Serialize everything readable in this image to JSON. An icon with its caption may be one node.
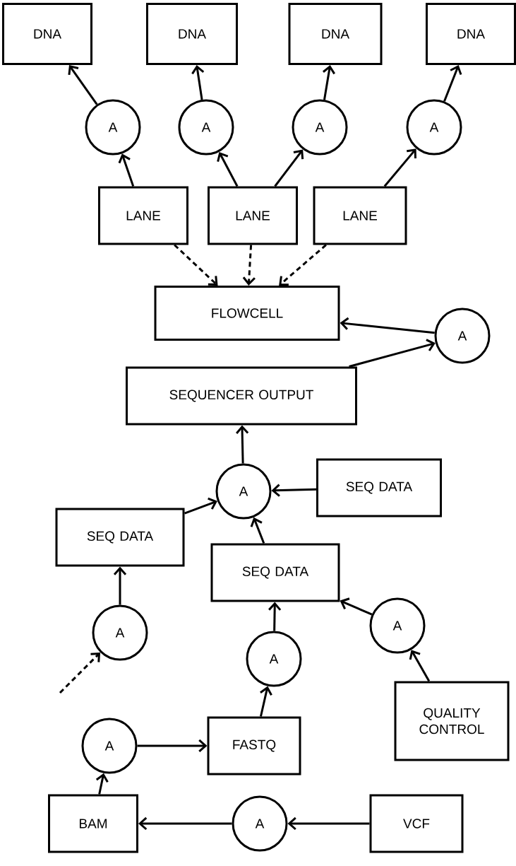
{
  "diagram": {
    "nodes": [
      {
        "text": [
          "DNA"
        ]
      },
      {
        "text": [
          "DNA"
        ]
      },
      {
        "text": [
          "DNA"
        ]
      },
      {
        "text": [
          "DNA"
        ]
      },
      {
        "text": [
          "A"
        ]
      },
      {
        "text": [
          "A"
        ]
      },
      {
        "text": [
          "A"
        ]
      },
      {
        "text": [
          "A"
        ]
      },
      {
        "text": [
          "LANE"
        ]
      },
      {
        "text": [
          "LANE"
        ]
      },
      {
        "text": [
          "LANE"
        ]
      },
      {
        "text": [
          "FLOWCELL"
        ]
      },
      {
        "text": [
          "A"
        ]
      },
      {
        "text": [
          "SEQUENCER OUTPUT"
        ]
      },
      {
        "text": [
          "A"
        ]
      },
      {
        "text": [
          "SEQ DATA"
        ]
      },
      {
        "text": [
          "SEQ DATA"
        ]
      },
      {
        "text": [
          "SEQ DATA"
        ]
      },
      {
        "text": [
          "A"
        ]
      },
      {
        "text": [
          "A"
        ]
      },
      {
        "text": [
          "A"
        ]
      },
      {
        "text": [
          "QUALITY CONTROL"
        ]
      },
      {
        "text": [
          "A"
        ]
      },
      {
        "text": [
          "FASTQ"
        ]
      },
      {
        "text": [
          "BAM"
        ]
      },
      {
        "text": [
          "A"
        ]
      },
      {
        "text": [
          "VCF"
        ]
      }
    ],
    "edges": [
      {
        "from": 4,
        "to": 0,
        "arrow": "to"
      },
      {
        "from": 5,
        "to": 1,
        "arrow": "to"
      },
      {
        "from": 6,
        "to": 2,
        "arrow": "to"
      },
      {
        "from": 7,
        "to": 3,
        "arrow": "to"
      },
      {
        "from": 8,
        "to": 4,
        "arrow": "to"
      },
      {
        "from": 9,
        "to": 5,
        "arrow": "to"
      },
      {
        "from": 9,
        "to": 6,
        "arrow": "to"
      },
      {
        "from": 10,
        "to": 7,
        "arrow": "to"
      },
      {
        "from": 8,
        "to": 11,
        "arrow": "to",
        "style": "dashed"
      },
      {
        "from": 9,
        "to": 11,
        "arrow": "to",
        "style": "dashed"
      },
      {
        "from": 10,
        "to": 11,
        "arrow": "to",
        "style": "dashed"
      },
      {
        "from": 12,
        "to": 11,
        "arrow": "to"
      },
      {
        "from": 13,
        "to": 12,
        "arrow": "to"
      },
      {
        "from": 14,
        "to": 13,
        "arrow": "to"
      },
      {
        "from": 15,
        "to": 14,
        "arrow": "to"
      },
      {
        "from": 16,
        "to": 14,
        "arrow": "to"
      },
      {
        "from": 17,
        "to": 14,
        "arrow": "to"
      },
      {
        "from": 18,
        "to": 16,
        "arrow": "to"
      },
      {
        "from": null,
        "to": 18,
        "arrow": "to",
        "style": "dashed"
      },
      {
        "from": 19,
        "to": 17,
        "arrow": "to"
      },
      {
        "from": 20,
        "to": 17,
        "arrow": "to"
      },
      {
        "from": 21,
        "to": 20,
        "arrow": "to"
      },
      {
        "from": 23,
        "to": 19,
        "arrow": "to"
      },
      {
        "from": 22,
        "to": 23,
        "arrow": "to"
      },
      {
        "from": 24,
        "to": 22,
        "arrow": "to"
      },
      {
        "from": 25,
        "to": 24,
        "arrow": "to"
      },
      {
        "from": 26,
        "to": 25,
        "arrow": "to"
      }
    ]
  }
}
